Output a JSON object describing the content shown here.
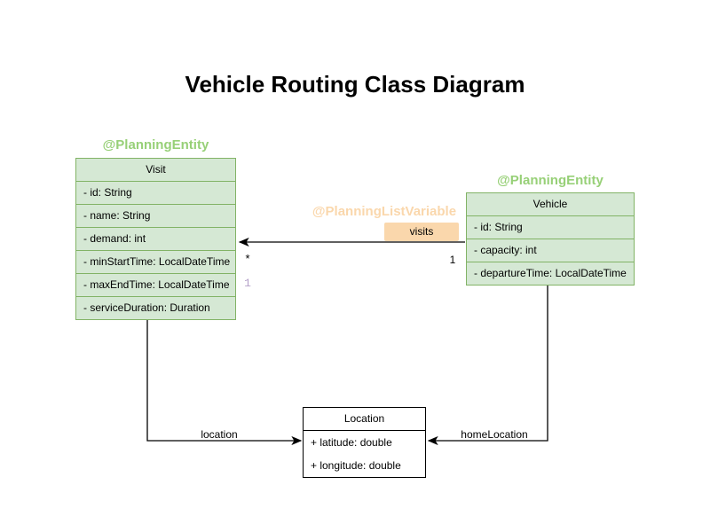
{
  "title": "Vehicle Routing Class Diagram",
  "colors": {
    "class_fill_green": "#d5e8d4",
    "class_stroke_green": "#82b366",
    "annotation_green": "#97d077",
    "annotation_peach": "#fad7ac",
    "visits_badge_bg": "#fad7ac",
    "secondary_multiplicity_purple": "#b5a1c9",
    "edge_black": "#000000"
  },
  "classes": {
    "visit": {
      "annotation": "@PlanningEntity",
      "name": "Visit",
      "attributes": [
        "- id: String",
        "- name: String",
        "- demand: int",
        "- minStartTime: LocalDateTime",
        "- maxEndTime: LocalDateTime",
        "- serviceDuration: Duration"
      ]
    },
    "vehicle": {
      "annotation": "@PlanningEntity",
      "name": "Vehicle",
      "attributes": [
        "- id: String",
        "- capacity: int",
        "- departureTime: LocalDateTime"
      ]
    },
    "location": {
      "name": "Location",
      "attributes": [
        "+ latitude: double",
        "+ longitude: double"
      ]
    }
  },
  "relations": {
    "visits": {
      "annotation": "@PlanningListVariable",
      "label": "visits",
      "multiplicity_target": "*",
      "multiplicity_source": "1",
      "secondary_index": "1"
    },
    "location": {
      "label": "location"
    },
    "home_location": {
      "label": "homeLocation"
    }
  }
}
